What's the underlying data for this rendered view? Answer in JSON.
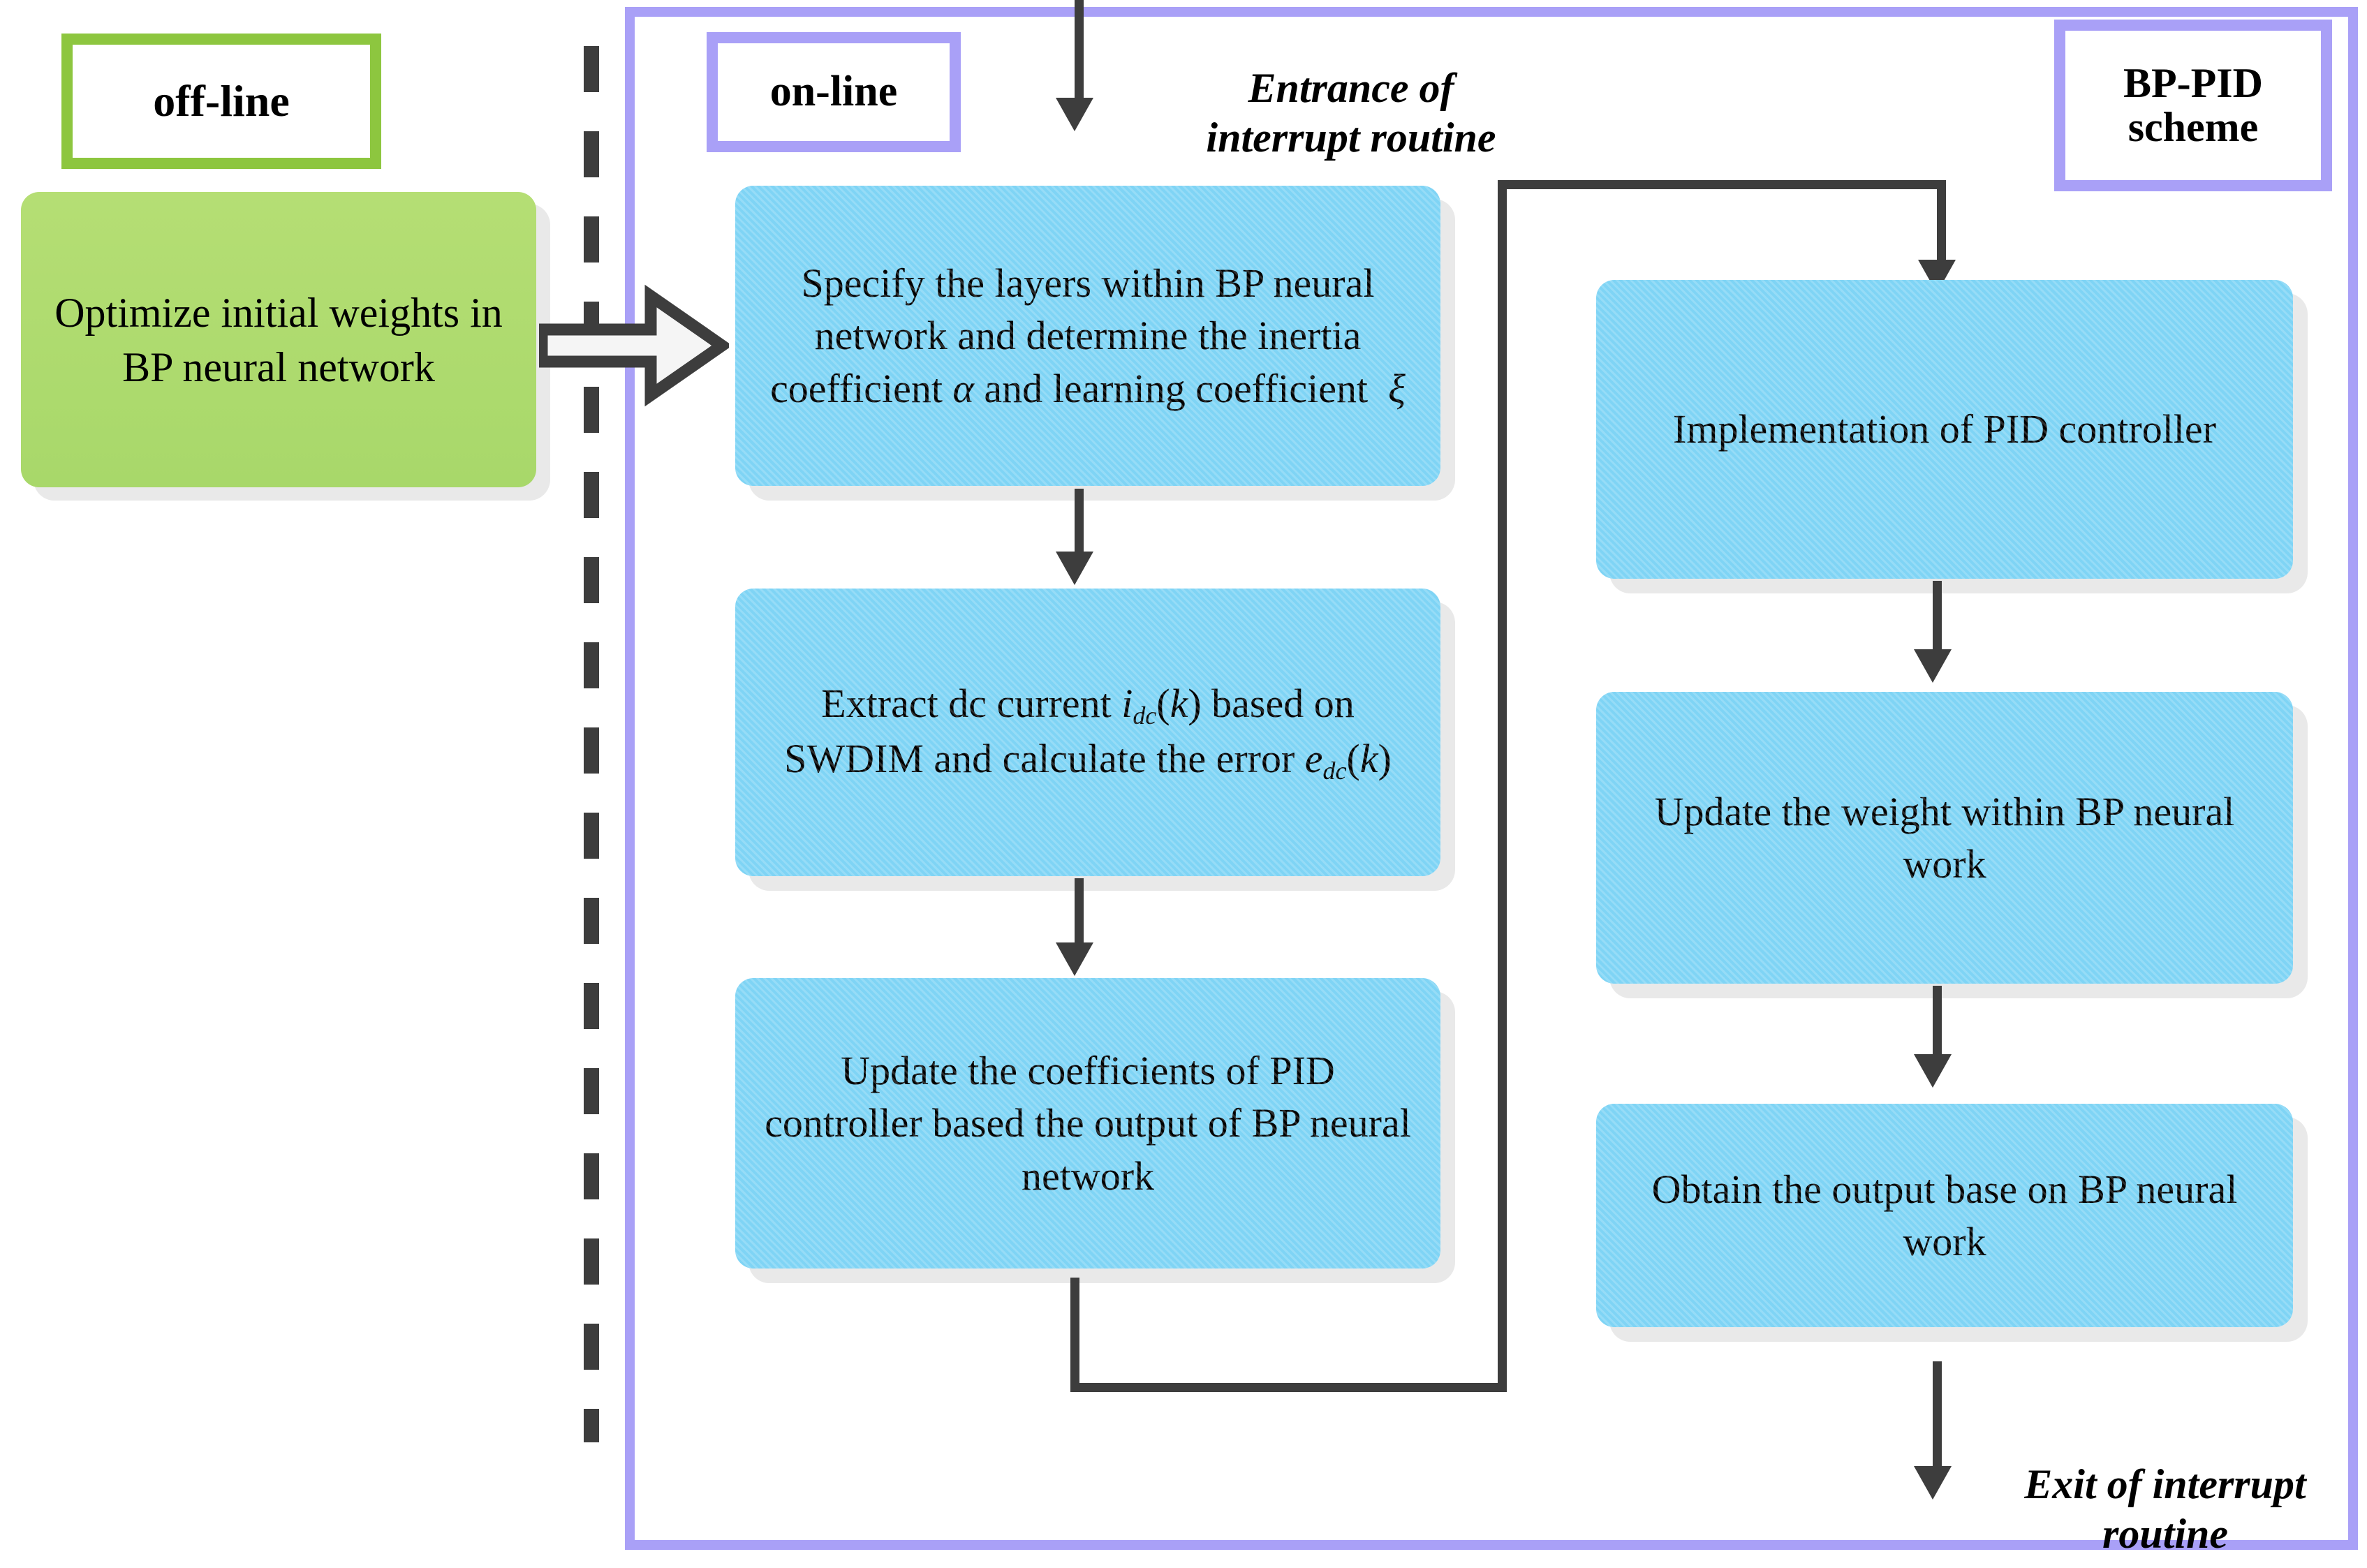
{
  "diagram": {
    "title_labels": {
      "offline": "off-line",
      "online": "on-line",
      "scheme": "BP-PID\nscheme"
    },
    "annotations": {
      "entrance": "Entrance of\ninterrupt routine",
      "exit": "Exit of interrupt\nroutine"
    },
    "colors": {
      "green_border": "#8DC63F",
      "green_fill": "#AFDA6E",
      "purple_border": "#A9A0F7",
      "blue_fill": "#7FD4F5",
      "connector": "#3D3D3D",
      "shadow": "#E9E9E9"
    },
    "offline_nodes": [
      {
        "id": "optimize-weights",
        "text": "Optimize initial weights in BP neural network"
      }
    ],
    "online_left_nodes": [
      {
        "id": "specify-layers",
        "text": "Specify the layers within BP neural network and determine the inertia coefficient α and learning coefficient  ξ"
      },
      {
        "id": "extract-dc-current",
        "text": "Extract dc current i_dc(k) based on SWDIM and calculate the error e_dc(k)"
      },
      {
        "id": "update-pid-coefficients",
        "text": "Update the coefficients of PID controller based the output of BP neural network"
      }
    ],
    "online_right_nodes": [
      {
        "id": "implement-pid",
        "text": "Implementation of PID controller"
      },
      {
        "id": "update-weight",
        "text": "Update the weight within BP neural work"
      },
      {
        "id": "obtain-output",
        "text": "Obtain the output base on BP neural work"
      }
    ],
    "symbols": {
      "alpha": "α",
      "xi": "ξ",
      "i_dc_k": "i_dc(k)",
      "e_dc_k": "e_dc(k)"
    }
  }
}
